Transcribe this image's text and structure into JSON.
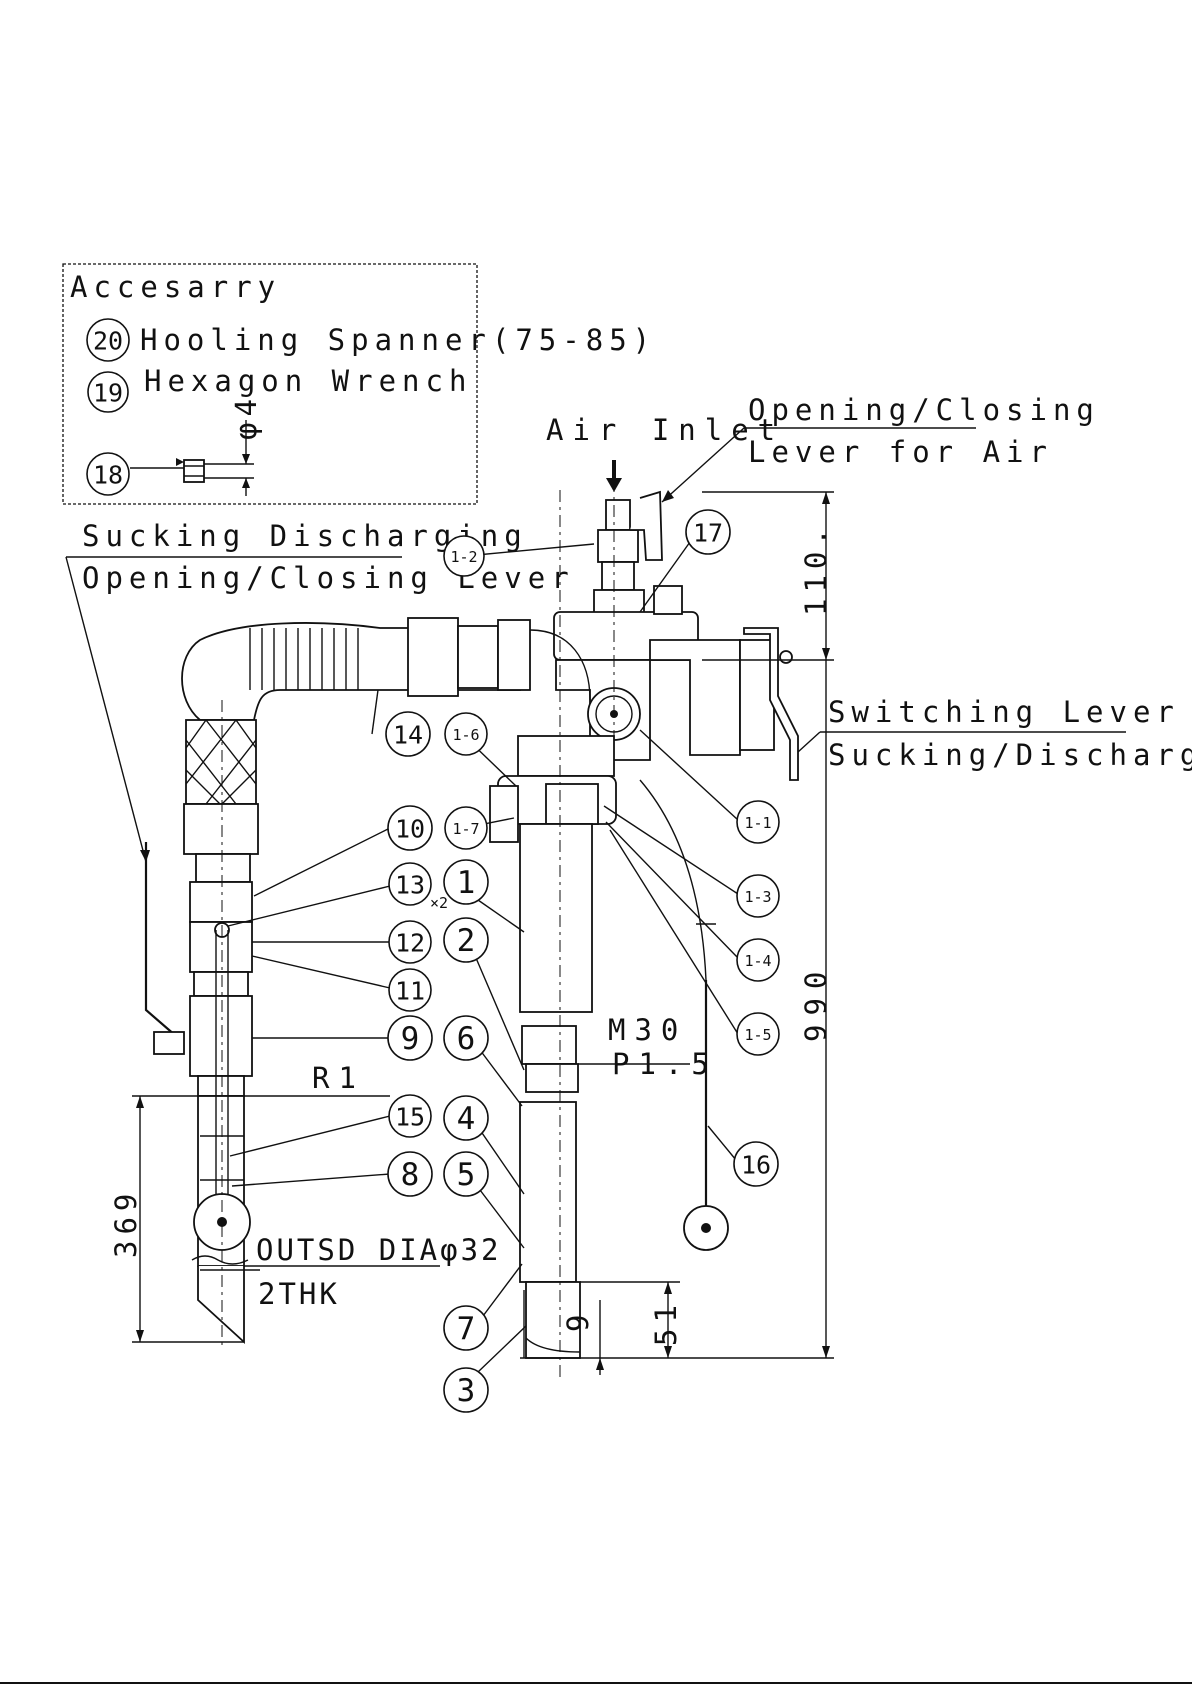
{
  "accessory_box": {
    "title": "Accesarry",
    "items": [
      {
        "no": "20",
        "text": "Hooling Spanner(75-85)"
      },
      {
        "no": "19",
        "text": "Hexagon Wrench"
      },
      {
        "no": "18",
        "text": ""
      }
    ],
    "dim": "φ4"
  },
  "callouts": {
    "air_inlet": "Air Inlet",
    "air_lever_1": "Opening/Closing",
    "air_lever_2": "Lever for Air",
    "suck_lever_1": "Sucking Discharging",
    "suck_lever_2": "Opening/Closing Lever",
    "switch_lever_1": "Switching Lever for",
    "switch_lever_2": "Sucking/Discharging"
  },
  "dimensions": {
    "d110": "110.",
    "d990": "990",
    "d369": "369",
    "d51": "51",
    "d9": "9",
    "thread_1": "M30",
    "thread_2": "P1.5",
    "r1": "R1",
    "pipe_1": "OUTSD DIAφ32",
    "pipe_2": "2THK"
  },
  "parts": {
    "p1": "1",
    "p2": "2",
    "p3": "3",
    "p4": "4",
    "p5": "5",
    "p6": "6",
    "p7": "7",
    "p8": "8",
    "p9": "9",
    "p10": "10",
    "p11": "11",
    "p12": "12",
    "p13": "13",
    "p13_qty": "×2",
    "p14": "14",
    "p15": "15",
    "p16": "16",
    "p17": "17",
    "p1_1": "1-1",
    "p1_2": "1-2",
    "p1_3": "1-3",
    "p1_4": "1-4",
    "p1_5": "1-5",
    "p1_6": "1-6",
    "p1_7": "1-7"
  }
}
